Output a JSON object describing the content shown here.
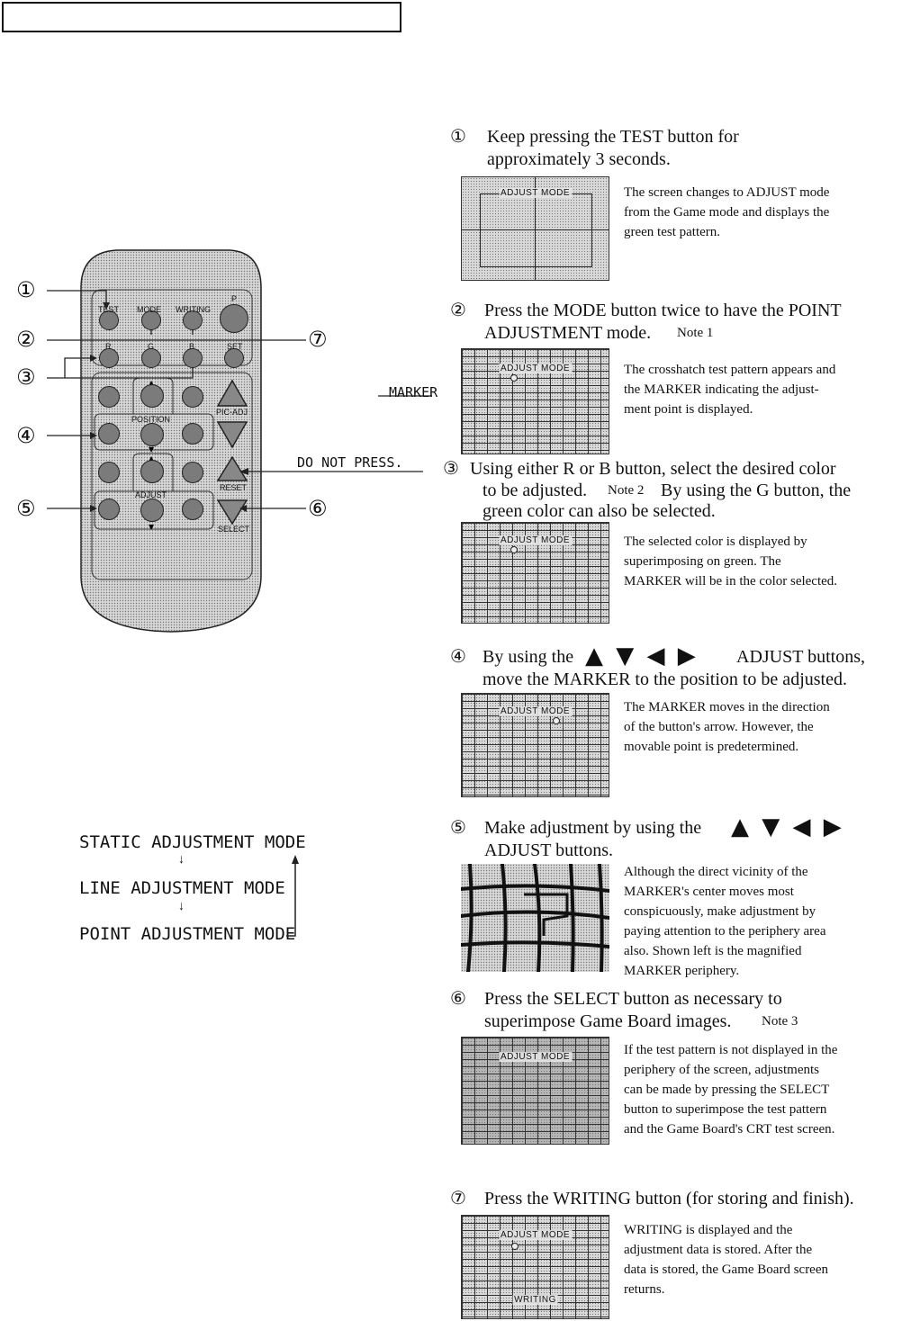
{
  "remote": {
    "labels": {
      "test": "TEST",
      "mode": "MODE",
      "writing": "WRITING",
      "p": "P",
      "r": "R",
      "g": "G",
      "b": "B",
      "set": "SET",
      "position": "POSITION",
      "pic_adj": "PIC-ADJ",
      "adjust": "ADJUST",
      "reset": "RESET",
      "select": "SELECT"
    },
    "callouts": [
      "①",
      "②",
      "③",
      "④",
      "⑤",
      "⑥",
      "⑦"
    ],
    "marker_label": "MARKER",
    "do_not_press": "DO NOT PRESS."
  },
  "mode_cycle": {
    "items": [
      "STATIC ADJUSTMENT MODE",
      "LINE ADJUSTMENT MODE",
      "POINT ADJUSTMENT MODE"
    ],
    "arrow": "↓"
  },
  "screens": {
    "adjust_mode_label": "ADJUST MODE",
    "writing_label": "WRITING"
  },
  "steps": [
    {
      "num": "①",
      "title_1": "Keep pressing the TEST button for",
      "title_2": "approximately 3 seconds.",
      "desc": [
        "The screen changes to ADJUST mode",
        "from the Game mode and displays the",
        "green test pattern."
      ]
    },
    {
      "num": "②",
      "title_1": "Press the MODE button twice to have the POINT",
      "title_2": "ADJUSTMENT mode.",
      "note": "Note 1",
      "desc": [
        "The crosshatch test pattern appears and",
        "the MARKER indicating the adjust-",
        "ment point is displayed."
      ]
    },
    {
      "num": "③",
      "title_1": "Using either R or B button, select the desired color",
      "title_2a": "to be adjusted.",
      "note": "Note 2",
      "title_2b": "By using the G button, the",
      "title_3": "green color can also be selected.",
      "desc": [
        "The selected color is displayed by",
        "superimposing on green.  The",
        "MARKER will be in the color selected."
      ]
    },
    {
      "num": "④",
      "title_1a": "By using the",
      "arrows": "▲ ▼ ◀ ▶",
      "title_1b": "ADJUST buttons,",
      "title_2": "move the MARKER to the position to be adjusted.",
      "desc": [
        "The MARKER moves in the direction",
        "of the button's arrow.  However, the",
        "movable point is predetermined."
      ]
    },
    {
      "num": "⑤",
      "title_1a": "Make adjustment by using the",
      "arrows": "▲ ▼ ◀ ▶",
      "title_2": "ADJUST buttons.",
      "desc": [
        "Although the direct vicinity of the",
        "MARKER's center moves most",
        "conspicuously, make adjustment by",
        "paying attention to the periphery area",
        "also.  Shown left is the magnified",
        "MARKER periphery."
      ]
    },
    {
      "num": "⑥",
      "title_1": "Press the SELECT button as necessary to",
      "title_2": "superimpose Game Board images.",
      "note": "Note 3",
      "desc": [
        "If the test pattern is not displayed in the",
        "periphery of the screen, adjustments",
        "can be made by pressing the SELECT",
        "button to superimpose the test pattern",
        "and the Game Board's CRT test screen."
      ]
    },
    {
      "num": "⑦",
      "title_1": "Press the WRITING button (for storing and finish).",
      "desc": [
        "WRITING is displayed and the",
        "adjustment data is stored.  After the",
        "data is stored, the Game Board screen",
        "returns."
      ]
    }
  ]
}
